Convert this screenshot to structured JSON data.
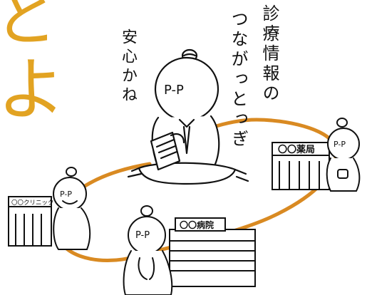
{
  "heading_chars": [
    "と",
    "よ"
  ],
  "vertical_text_right": [
    "診療情報の",
    "つながっとっぎ"
  ],
  "vertical_text_left": [
    "安心かね"
  ],
  "face_label": "P-P",
  "signs": {
    "pharmacy": "〇〇薬局",
    "clinic": "〇〇クリニック",
    "hospital": "〇〇病院"
  },
  "colors": {
    "network_ring": "#d98a22",
    "heading": "#e2a322",
    "ink": "#111111"
  },
  "icons": [
    "doctor-figure-icon",
    "pharmacist-figure-icon",
    "hospital-doctor-figure-icon",
    "patient-figure-icon",
    "building-icon"
  ]
}
